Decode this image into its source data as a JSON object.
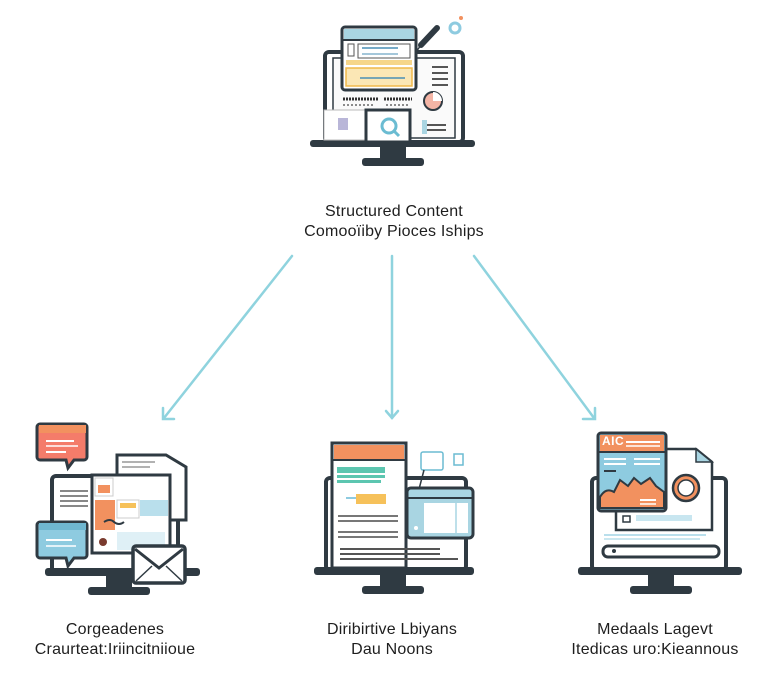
{
  "diagram": {
    "root": {
      "title_line1": "Structured Content",
      "title_line2": "Comooïiby Pioces Iships",
      "icon": "monitor-with-documents-icon"
    },
    "children": [
      {
        "label_line1": "Corgeadenes",
        "label_line2": "Craurteat:Iriincitniioue",
        "icon": "monitor-with-chat-and-email-icon"
      },
      {
        "label_line1": "Diribirtive Lbiyans",
        "label_line2": "Dau Noons",
        "icon": "monitor-with-web-layout-icon"
      },
      {
        "label_line1": "Medaals Lagevt",
        "label_line2": "Itedicas uro:Kieannous",
        "icon": "monitor-with-media-document-icon",
        "badge_text": "AIC"
      }
    ],
    "edges": [
      {
        "from": "root",
        "to": "child-0"
      },
      {
        "from": "root",
        "to": "child-1"
      },
      {
        "from": "root",
        "to": "child-2"
      }
    ],
    "colors": {
      "arrow": "#8fd3de",
      "outline": "#2f3a42",
      "orange": "#f2915f",
      "coral": "#f47c6a",
      "blue": "#8ecbe0",
      "yellow": "#f6c15a",
      "teal": "#5cc6b0"
    }
  }
}
